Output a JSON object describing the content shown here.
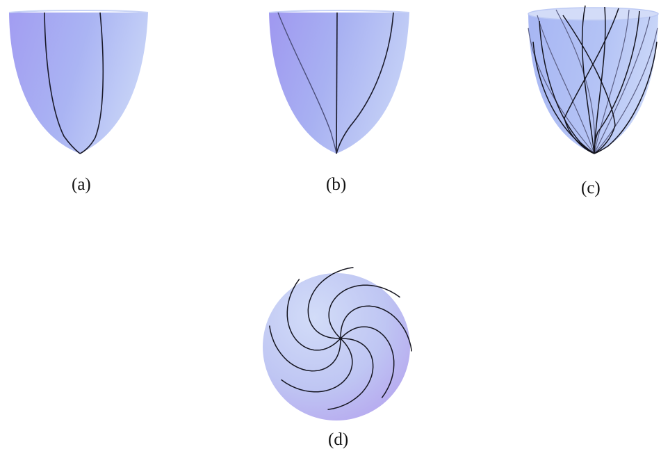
{
  "colors": {
    "surface_light": "#c4d0f6",
    "surface_mid": "#aab8f2",
    "surface_dark": "#9c9af0",
    "curve_black": "#111111",
    "curve_gray": "#5a5e84",
    "caption_text": "#111111"
  },
  "panels": [
    {
      "id": "a",
      "label": "(a)"
    },
    {
      "id": "b",
      "label": "(b)"
    },
    {
      "id": "c",
      "label": "(c)"
    },
    {
      "id": "d",
      "label": "(d)"
    }
  ]
}
